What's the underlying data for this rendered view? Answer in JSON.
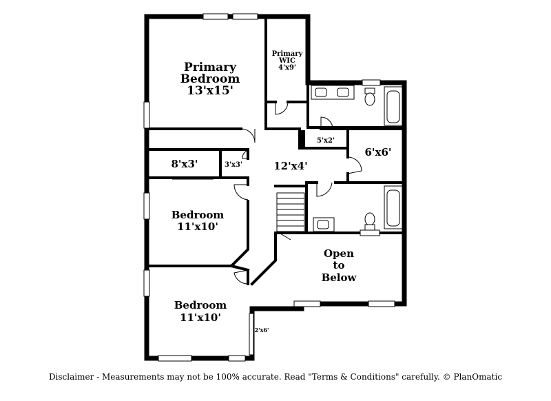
{
  "rooms": {
    "primary_bedroom": {
      "name_line1": "Primary",
      "name_line2": "Bedroom",
      "size": "13'x15'"
    },
    "primary_wic": {
      "name_line1": "Primary",
      "name_line2": "WIC",
      "size": "4'x9'"
    },
    "closet_8x3": {
      "size": "8'x3'"
    },
    "closet_3x3": {
      "size": "3'x3'"
    },
    "hall": {
      "size": "12'x4'"
    },
    "room_5x2": {
      "size": "5'x2'"
    },
    "room_6x6": {
      "size": "6'x6'"
    },
    "bedroom_2": {
      "name": "Bedroom",
      "size": "11'x10'"
    },
    "bedroom_3": {
      "name": "Bedroom",
      "size": "11'x10'"
    },
    "open_to_below": {
      "line1": "Open",
      "line2": "to",
      "line3": "Below"
    },
    "closet_2x6": {
      "size": "2'x6'"
    }
  },
  "disclaimer": "Disclaimer - Measurements may not be 100% accurate. Read \"Terms & Conditions\" carefully. © PlanOmatic"
}
